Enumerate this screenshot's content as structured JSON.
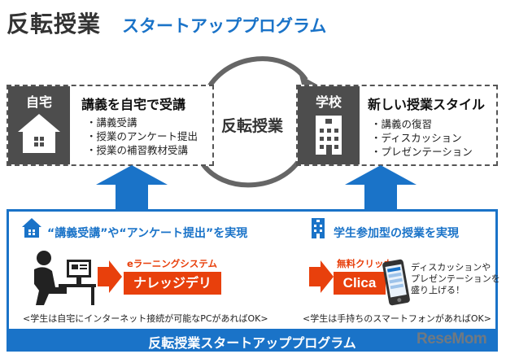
{
  "header": {
    "title": "反転授業",
    "subtitle": "スタートアッププログラム"
  },
  "home": {
    "label": "自宅",
    "title": "講義を自宅で受講",
    "items": [
      "・講義受講",
      "・授業のアンケート提出",
      "・授業の補習教材受講"
    ]
  },
  "cycle": {
    "label": "反転授業"
  },
  "school": {
    "label": "学校",
    "title": "新しい授業スタイル",
    "items": [
      "・講義の復習",
      "・ディスカッション",
      "・プレゼンテーション"
    ]
  },
  "section1": {
    "heading": "“講義受講”や“アンケート提出”を実現",
    "tag": "eラーニングシステム",
    "product": "ナレッジデリ",
    "note": "<学生は自宅にインターネット接続が可能なPCがあればOK>"
  },
  "section2": {
    "heading": "学生参加型の授業を実現",
    "tag": "無料クリッカー",
    "product": "Clica",
    "feature_lines": [
      "ディスカッションや",
      "プレゼンテーションを",
      "盛り上げる！"
    ],
    "note": "<学生は手持ちのスマートフォンがあればOK>"
  },
  "footer": {
    "label": "反転授業スタートアッププログラム",
    "watermark": "ReseMom"
  },
  "colors": {
    "accent": "#1a73c8",
    "orange": "#e8400c",
    "dark_panel": "#4d4d4d"
  },
  "icons": [
    "house-icon",
    "school-building-icon",
    "cycle-arrows-icon",
    "up-arrow-icon",
    "person-at-computer-icon",
    "smartphone-icon"
  ]
}
